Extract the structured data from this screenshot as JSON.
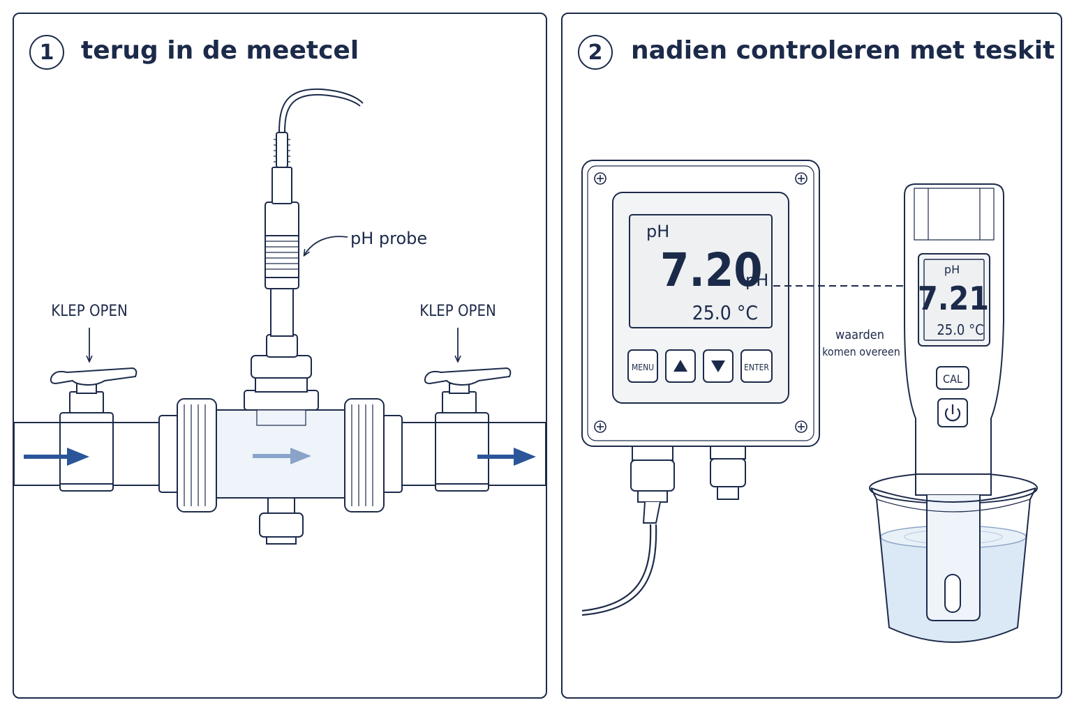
{
  "step1": {
    "number": "1",
    "title": "terug in de meetcel"
  },
  "step2": {
    "number": "2",
    "title": "nadien controleren met teskit"
  },
  "labels": {
    "probe": "pH probe",
    "valve_left": "KLEP OPEN",
    "valve_right": "KLEP OPEN",
    "match_line1": "waarden",
    "match_line2": "komen overeen"
  },
  "controller": {
    "param": "pH",
    "value": "7.20",
    "unit": "pH",
    "temperature": "25.0 °C",
    "buttons": {
      "menu": "MENU",
      "enter": "ENTER"
    }
  },
  "tester": {
    "param": "pH",
    "value": "7.21",
    "temperature": "25.0 °C",
    "cal": "CAL"
  },
  "icons": [
    "flow-arrow-icon",
    "up-triangle-icon",
    "down-triangle-icon",
    "power-icon",
    "screw-icon"
  ],
  "colors": {
    "ink": "#1c2a4a",
    "flow": "#2a5599",
    "water": "#dbe8f5",
    "glass": "#eef4fa",
    "screen": "#eef0f2"
  }
}
